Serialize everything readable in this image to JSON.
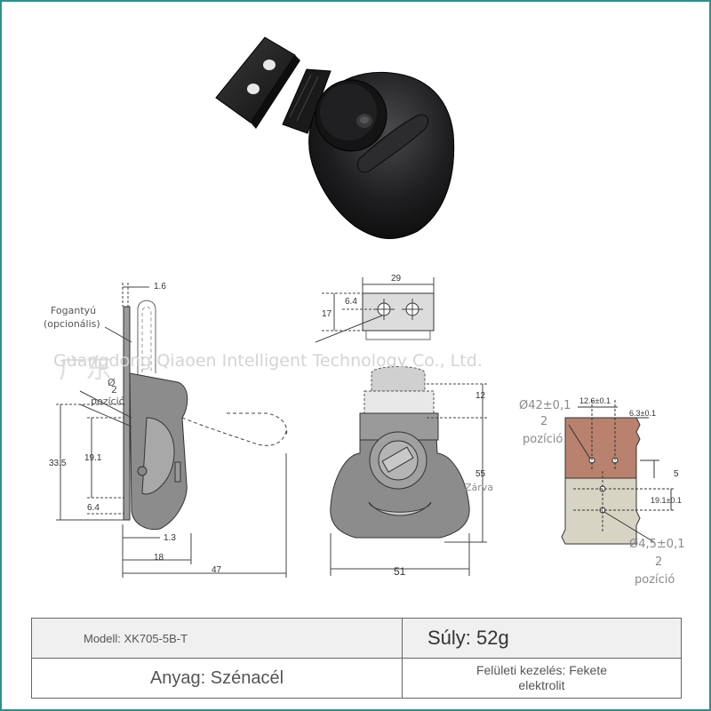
{
  "labels": {
    "handle": "Fogantyú",
    "handle_optional": "(opcionális)",
    "closed": "Zárva",
    "positions_2": "2\npozíció",
    "phi42": "Ø42±0,1",
    "phi45": "Ø4,5±0,1",
    "phi_small": "Ø",
    "two": "2",
    "position": "pozíció"
  },
  "dimensions": {
    "d1_6": "1.6",
    "d33_5": "33.5",
    "d19_1": "19.1",
    "d6_4a": "6.4",
    "d1_3": "1.3",
    "d18": "18",
    "d47": "47",
    "d29": "29",
    "d6_4b": "6.4",
    "d17": "17",
    "d12": "12",
    "d55": "55",
    "d51": "51",
    "d12_6": "12.6±0.1",
    "d6_3": "6.3±0.1",
    "d5": "5",
    "d19_1b": "19.1±0.1"
  },
  "watermark": {
    "cn": "广东",
    "en": "Guangdong Qiaoen Intelligent Technology Co., Ltd."
  },
  "specs": {
    "model": "Modell: XK705-5B-T",
    "weight": "Súly: 52g",
    "material": "Anyag: Szénacél",
    "finish_line1": "Felületi kezelés: Fekete",
    "finish_line2": "elektrolit"
  },
  "colors": {
    "frame": "#2f8f8a",
    "mount_top": "#b8826e",
    "mount_bottom": "#d8d4c4",
    "part_fill": "#888888",
    "product_black": "#1c1c1e"
  }
}
